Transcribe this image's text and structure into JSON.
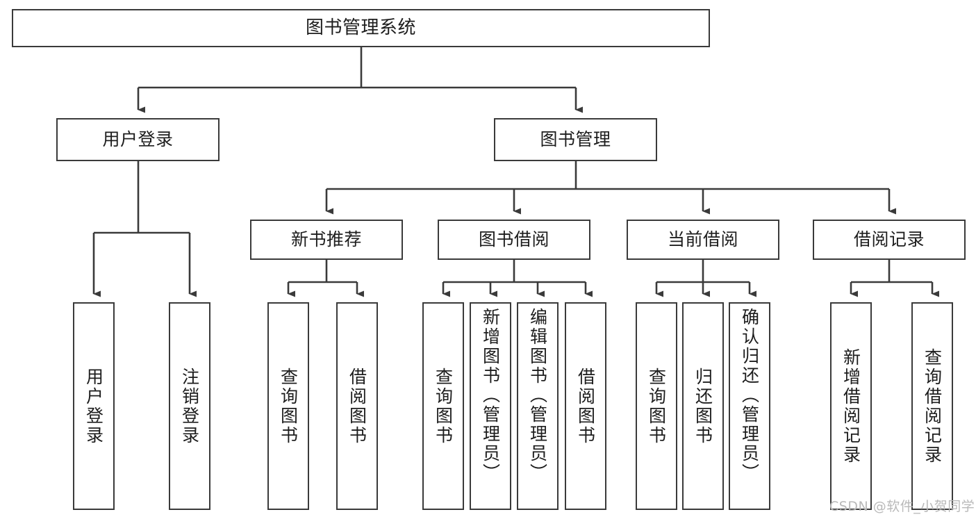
{
  "diagram": {
    "title": "图书管理系统",
    "watermark": "CSDN @软件_小贺同学",
    "line_color": "#3a3a3a",
    "box_fill": "#ffffff",
    "text_color": "#1d1d1d",
    "watermark_color": "#b9b9b9",
    "type": "tree",
    "root": {
      "label": "图书管理系统",
      "children": [
        {
          "label": "用户登录",
          "children": [
            {
              "label": "用户登录"
            },
            {
              "label": "注销登录"
            }
          ]
        },
        {
          "label": "图书管理",
          "children": [
            {
              "label": "新书推荐",
              "children": [
                {
                  "label": "查询图书"
                },
                {
                  "label": "借阅图书"
                }
              ]
            },
            {
              "label": "图书借阅",
              "children": [
                {
                  "label": "查询图书"
                },
                {
                  "label": "新增图书（管理员）"
                },
                {
                  "label": "编辑图书（管理员）"
                },
                {
                  "label": "借阅图书"
                }
              ]
            },
            {
              "label": "当前借阅",
              "children": [
                {
                  "label": "查询图书"
                },
                {
                  "label": "归还图书"
                },
                {
                  "label": "确认归还（管理员）"
                }
              ]
            },
            {
              "label": "借阅记录",
              "children": [
                {
                  "label": "新增借阅记录"
                },
                {
                  "label": "查询借阅记录"
                }
              ]
            }
          ]
        }
      ]
    },
    "nodes": {
      "root": "图书管理系统",
      "l1_user_login": "用户登录",
      "l1_book_manage": "图书管理",
      "l2_new_book": "新书推荐",
      "l2_book_borrow": "图书借阅",
      "l2_current_borrow": "当前借阅",
      "l2_borrow_record": "借阅记录",
      "leaf_user_login": "用户登录",
      "leaf_logout": "注销登录",
      "leaf_nb_query": "查询图书",
      "leaf_nb_borrow": "借阅图书",
      "leaf_bb_query": "查询图书",
      "leaf_bb_add": "新增图书（管理员）",
      "leaf_bb_edit": "编辑图书（管理员）",
      "leaf_bb_borrow": "借阅图书",
      "leaf_cb_query": "查询图书",
      "leaf_cb_return": "归还图书",
      "leaf_cb_confirm": "确认归还（管理员）",
      "leaf_br_add": "新增借阅记录",
      "leaf_br_query": "查询借阅记录"
    }
  }
}
